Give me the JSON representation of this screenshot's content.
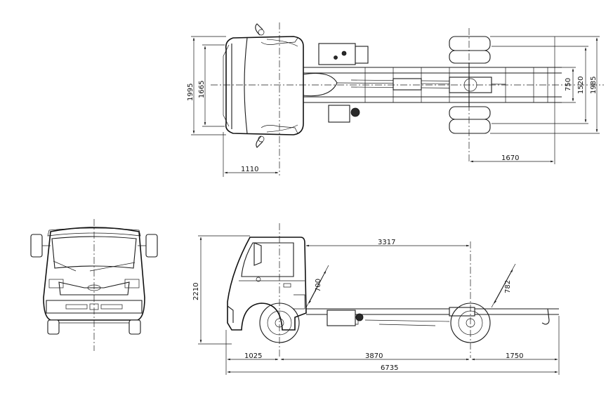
{
  "dimensions": {
    "top_view": {
      "front_overhang": "1110",
      "rear_track_span": "1670",
      "cab_width_outer": "1995",
      "cab_width_inner": "1665",
      "frame_width": "750",
      "rear_track": "1520",
      "overall_rear_width": "1985"
    },
    "side_view": {
      "height": "2210",
      "cab_to_axle": "3317",
      "cab_step": "700",
      "rear_height": "782",
      "front_overhang": "1025",
      "wheelbase": "3870",
      "rear_overhang": "1750",
      "overall_length": "6735"
    }
  }
}
